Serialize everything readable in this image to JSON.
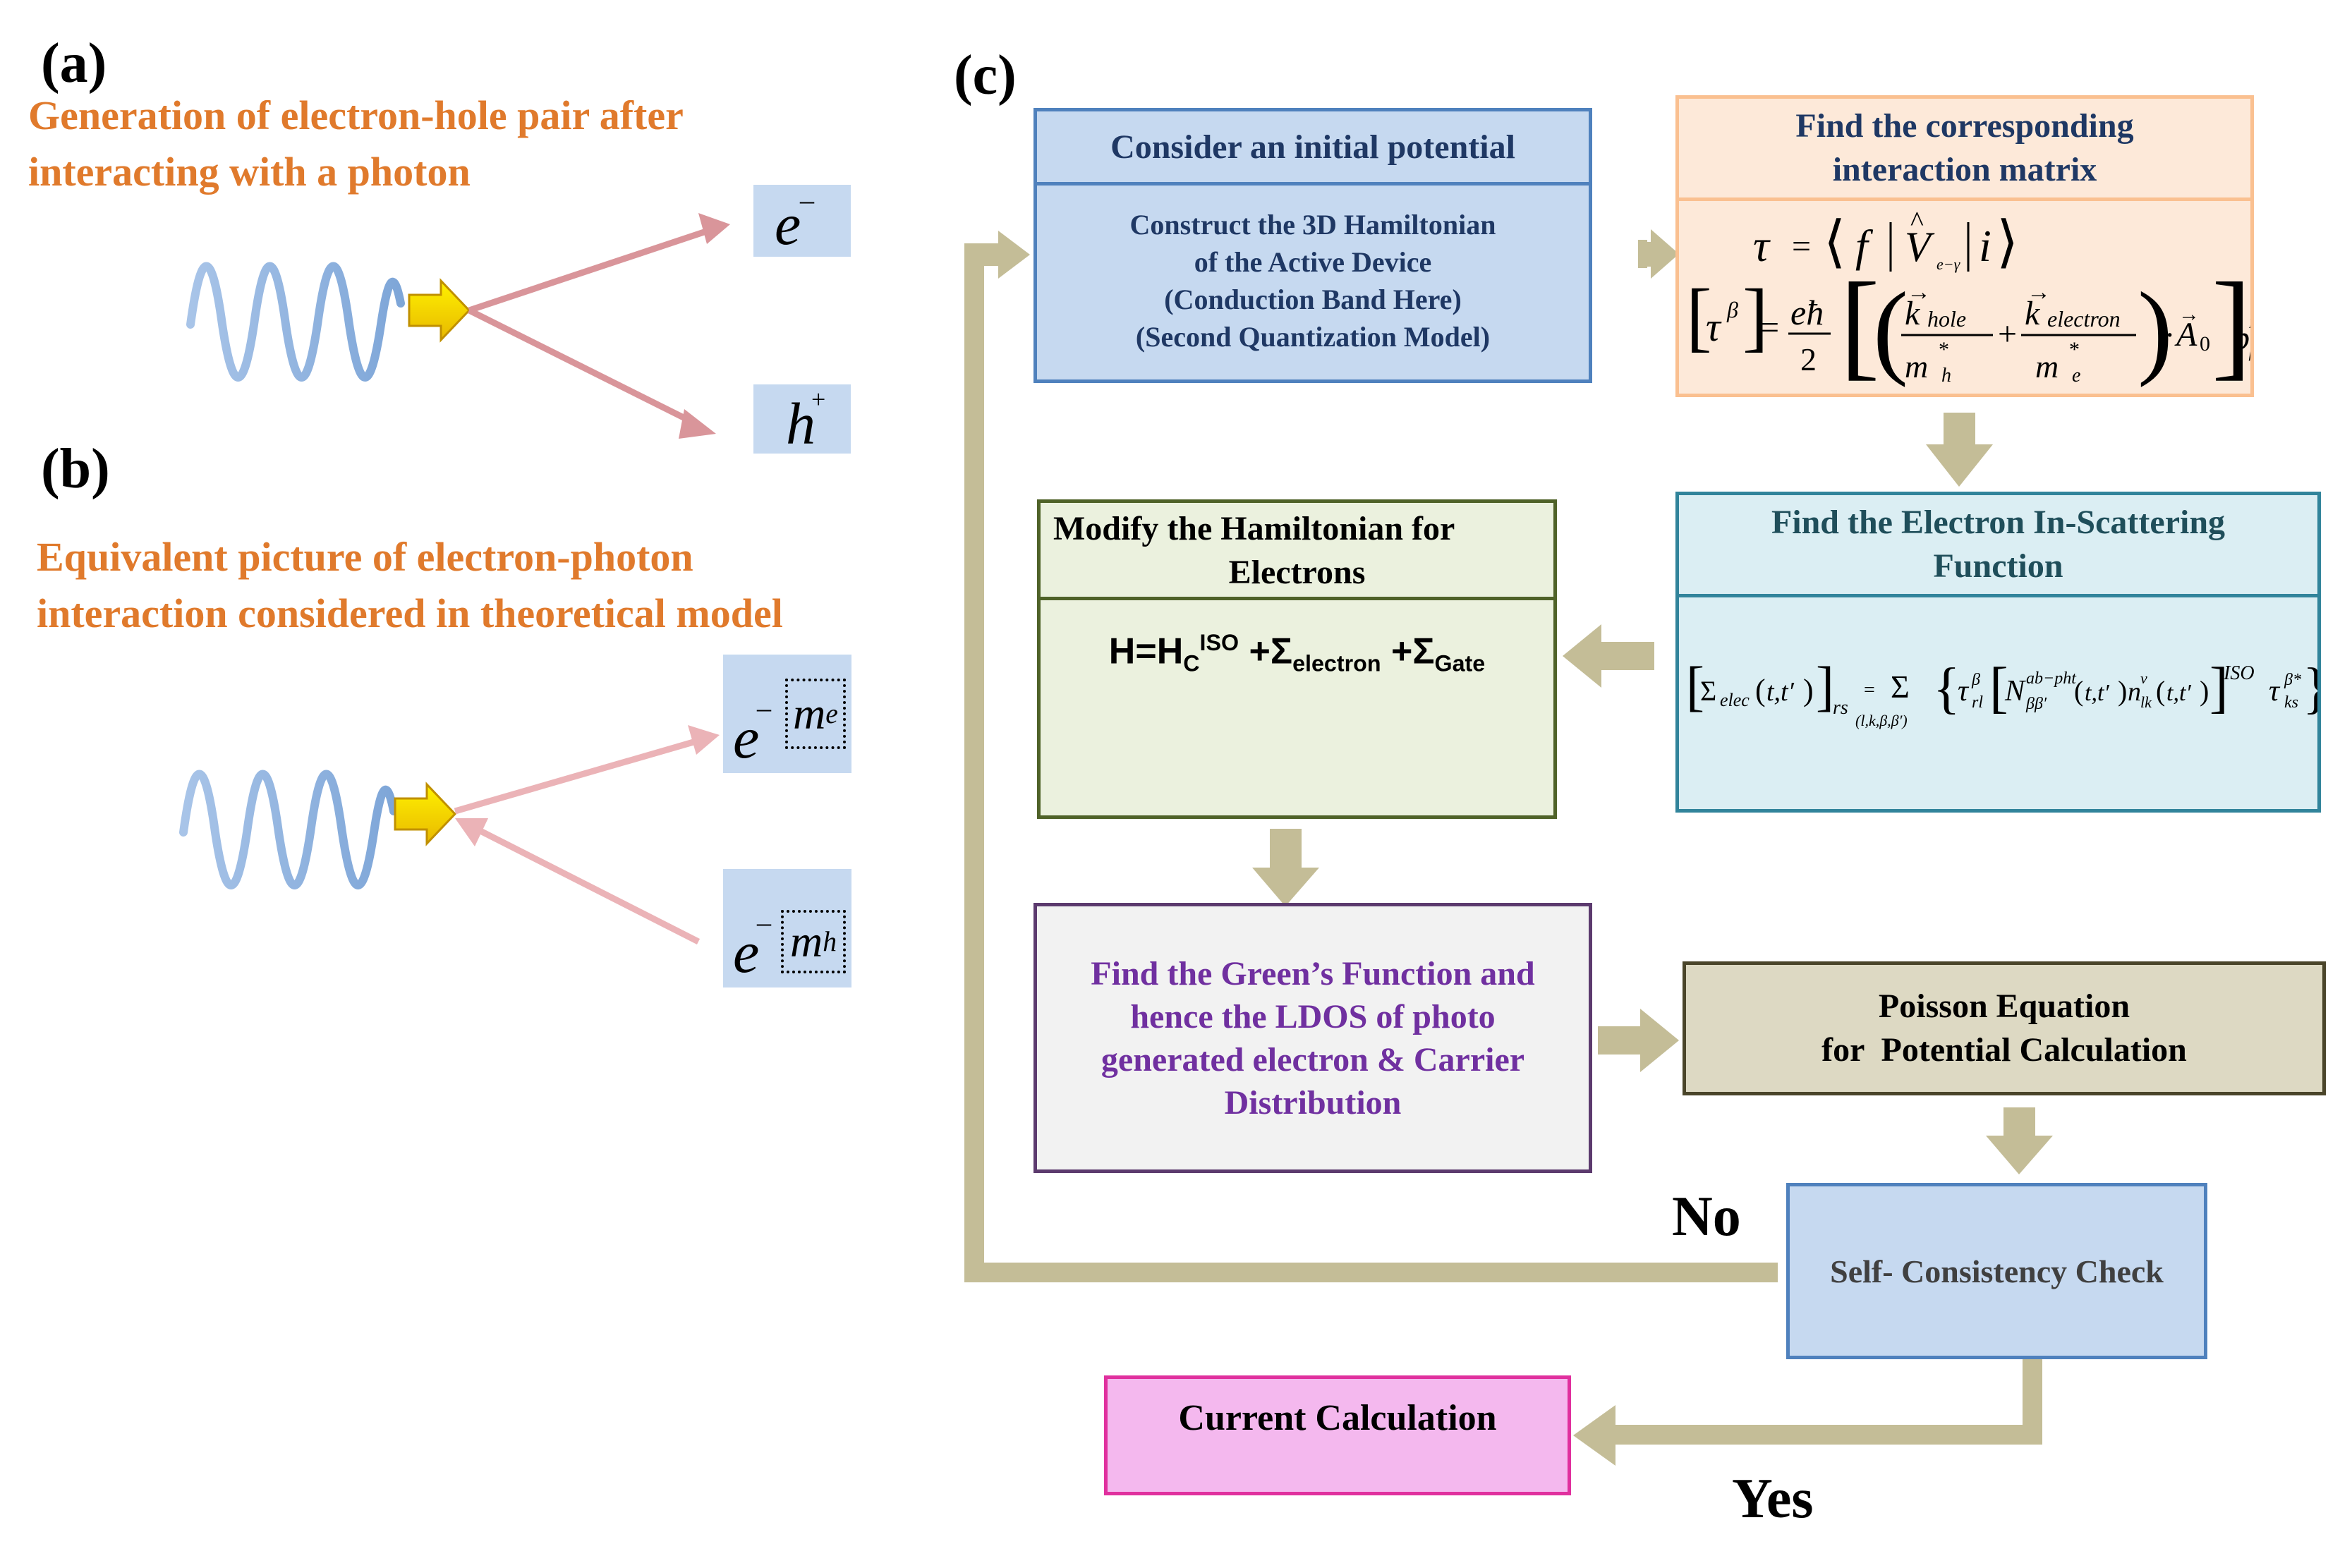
{
  "panels": {
    "a": {
      "label": "(a)",
      "caption_line1": "Generation of electron-hole pair after",
      "caption_line2": "interacting with a photon",
      "particle_electron": "e",
      "particle_electron_sup": "–",
      "particle_hole": "h",
      "particle_hole_sup": "+"
    },
    "b": {
      "label": "(b)",
      "caption_line1": "Equivalent picture of electron-photon",
      "caption_line2": "interaction considered in theoretical model",
      "top_particle": "e",
      "top_sup": "–",
      "top_mass": "m",
      "top_mass_sub": "e",
      "bottom_particle": "e",
      "bottom_sup": "–",
      "bottom_mass": "m",
      "bottom_mass_sub": "h"
    },
    "c": {
      "label": "(c)"
    }
  },
  "flowchart": {
    "initial_potential": {
      "header": "Consider an initial potential",
      "body": [
        "Construct the 3D Hamiltonian",
        "of the Active Device",
        "(Conduction Band Here)",
        "(Second Quantization Model)"
      ]
    },
    "interaction_matrix": {
      "header_line1": "Find the corresponding",
      "header_line2": "interaction matrix"
    },
    "in_scattering": {
      "header_line1": "Find the Electron In-Scattering",
      "header_line2": "Function"
    },
    "modify_hamiltonian": {
      "header_line1": "Modify the Hamiltonian for",
      "header_line2": "Electrons",
      "eq_H": "H=H",
      "eq_C": "C",
      "eq_ISO": "ISO",
      "eq_plus1": " +Σ",
      "eq_electron": "electron",
      "eq_plus2": " +Σ",
      "eq_gate": "Gate"
    },
    "greens_function": {
      "lines": [
        "Find the Green’s Function and",
        "hence the LDOS of photo",
        "generated electron & Carrier",
        "Distribution"
      ]
    },
    "poisson": {
      "line1": "Poisson Equation",
      "line2": "for  Potential Calculation"
    },
    "self_consistency": {
      "label": "Self- Consistency Check"
    },
    "current": {
      "label": "Current Calculation"
    },
    "no_label": "No",
    "yes_label": "Yes"
  },
  "colors": {
    "orange_text": "#e07a2c",
    "purple_text": "#7030a0",
    "dark_blue_text": "#1f3864",
    "teal_text": "#1f4e5a",
    "arrow": "#c4bd97",
    "blue_box": "#c6d9f0",
    "peach_box": "#fde9d9",
    "light_blue_box": "#dbeef3",
    "green_box": "#ebf1de",
    "grey_box": "#f2f2f2",
    "tan_box": "#ddd9c3",
    "pink_box": "#f4b8ee"
  }
}
